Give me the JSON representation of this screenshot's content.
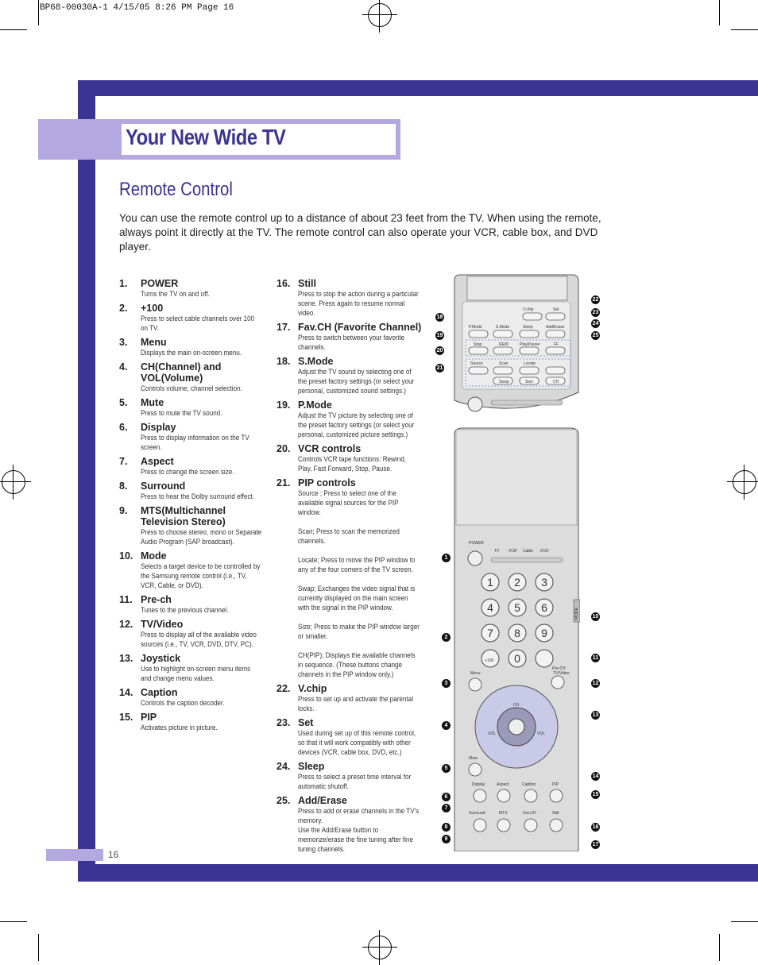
{
  "printer_line": "BP68-00030A-1  4/15/05  8:26 PM  Page 16",
  "page_title": "Your New Wide TV",
  "section_title": "Remote Control",
  "intro": "You can use the remote control up to a distance of about 23 feet from the TV. When using the remote, always point it directly at the TV.  The remote control can also operate your VCR, cable box, and DVD player.",
  "page_number": "16",
  "left_items": [
    {
      "num": "1.",
      "name": "POWER",
      "desc": "Turns the TV on and off."
    },
    {
      "num": "2.",
      "name": "+100",
      "desc": "Press to select cable channels over 100 on TV."
    },
    {
      "num": "3.",
      "name": "Menu",
      "desc": "Displays the main on-screen menu."
    },
    {
      "num": "4.",
      "name": "CH(Channel) and VOL(Volume)",
      "desc": "Controls volume, channel selection."
    },
    {
      "num": "5.",
      "name": "Mute",
      "desc": "Press to mute the TV sound."
    },
    {
      "num": "6.",
      "name": "Display",
      "desc": "Press to display information on the TV screen."
    },
    {
      "num": "7.",
      "name": "Aspect",
      "desc": "Press to change the screen size."
    },
    {
      "num": "8.",
      "name": "Surround",
      "desc": "Press to hear the Dolby surround effect."
    },
    {
      "num": "9.",
      "name": "MTS(Multichannel Television Stereo)",
      "desc": "Press to choose stereo, mono or Separate Audio Program (SAP broadcast)."
    },
    {
      "num": "10.",
      "name": "Mode",
      "desc": "Selects a target device to be controlled by the Samsung remote control (i.e., TV, VCR, Cable, or DVD)."
    },
    {
      "num": "11.",
      "name": "Pre-ch",
      "desc": "Tunes to the previous channel."
    },
    {
      "num": "12.",
      "name": "TV/Video",
      "desc": "Press to display all of the available video sources (i.e., TV, VCR, DVD, DTV, PC)."
    },
    {
      "num": "13.",
      "name": "Joystick",
      "desc": "Use to highlight on-screen menu items and change menu values."
    },
    {
      "num": "14.",
      "name": "Caption",
      "desc": "Controls the caption decoder."
    },
    {
      "num": "15.",
      "name": "PIP",
      "desc": "Activates picture in picture."
    }
  ],
  "right_items": [
    {
      "num": "16.",
      "name": "Still",
      "desc": "Press to stop the action during a particular scene. Press again to resume normal video."
    },
    {
      "num": "17.",
      "name": "Fav.CH (Favorite Channel)",
      "desc": "Press to switch between your favorite channels."
    },
    {
      "num": "18.",
      "name": "S.Mode",
      "desc": "Adjust the TV sound by selecting one of the preset factory settings (or select your personal, customized sound settings.)"
    },
    {
      "num": "19.",
      "name": "P.Mode",
      "desc": "Adjust the TV picture by selecting one of the preset factory settings (or select your personal, customized picture settings.)"
    },
    {
      "num": "20.",
      "name": "VCR controls",
      "desc": "Controls VCR tape functions: Rewind, Play, Fast Forward, Stop, Pause."
    },
    {
      "num": "21.",
      "name": "PIP controls",
      "desc": "Source ; Press to select one of the available signal sources for the PIP window.\n\nScan; Press to scan the memorized channels.\n\nLocate; Press to move the PIP window to any of the four corners of the TV screen.\n\nSwap; Exchanges the video signal that is currently displayed on the main screen with the signal in the PIP window.\n\nSize; Press to make the PIP window larger or smaller.\n\nCH(PIP); Displays the available channels in sequence. (These buttons change channels in the PIP window only.)"
    },
    {
      "num": "22.",
      "name": "V.chip",
      "desc": "Press to set up and activate the parental locks."
    },
    {
      "num": "23.",
      "name": "Set",
      "desc": "Used during set up of this remote control, so that it will work compatibly with other devices (VCR, cable box, DVD, etc.)"
    },
    {
      "num": "24.",
      "name": "Sleep",
      "desc": "Press to select a preset time interval for automatic shutoff."
    },
    {
      "num": "25.",
      "name": "Add/Erase",
      "desc": "Press to add or erase channels in the TV's memory.\nUse the Add/Erase button to memorize/erase the fine tuning after fine tuning channels."
    }
  ],
  "remote_top_labels": {
    "vchip": "V.chip",
    "set": "Set",
    "pmode": "P.Mode",
    "smode": "S.Mode",
    "sleep": "Sleep",
    "add_erase": "Add/Erase",
    "stop": "Stop",
    "rew": "REW",
    "play_pause": "Play/Pause",
    "ff": "FF",
    "source": "Source",
    "scan": "Scan",
    "locate": "Locate",
    "swap": "Swap",
    "size": "Size",
    "ch": "CH"
  },
  "remote_main_labels": {
    "power": "POWER",
    "tv": "TV",
    "vcr": "VCR",
    "cable": "Cable",
    "dvd": "DVD",
    "mode": "MODE",
    "digits": [
      "1",
      "2",
      "3",
      "4",
      "5",
      "6",
      "7",
      "8",
      "9"
    ],
    "zero": "0",
    "plus100": "+100",
    "prech": "Pre-CH",
    "menu": "Menu",
    "tvvideo": "TV/Video",
    "ch": "CH",
    "vol": "VOL",
    "mute": "Mute",
    "display": "Display",
    "aspect": "Aspect",
    "caption": "Caption",
    "pip": "PIP",
    "surround": "Surround",
    "mts": "MTS",
    "favch": "Fav.CH",
    "still": "Still"
  },
  "callouts": [
    "1",
    "2",
    "3",
    "4",
    "5",
    "6",
    "7",
    "8",
    "9",
    "10",
    "11",
    "12",
    "13",
    "14",
    "15",
    "16",
    "17",
    "18",
    "19",
    "20",
    "21",
    "22",
    "23",
    "24",
    "25"
  ]
}
